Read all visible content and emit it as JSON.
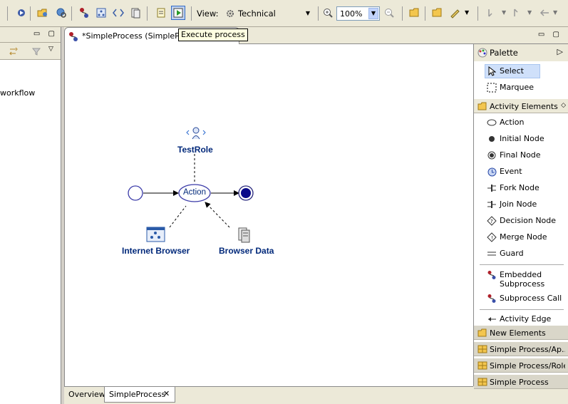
{
  "toolbar": {
    "view_label": "View:",
    "view_value": "Technical",
    "zoom_value": "100%"
  },
  "left_view": {
    "tree_text": "workflow"
  },
  "editor": {
    "tab_title": "*SimpleProcess (SimpleProce",
    "tooltip": "Execute process"
  },
  "diagram": {
    "role_label": "TestRole",
    "action_label": "Action",
    "browser_label": "Internet Browser",
    "data_label": "Browser Data"
  },
  "palette": {
    "title": "Palette",
    "tools": [
      {
        "label": "Select",
        "icon": "arrow-cursor-icon"
      },
      {
        "label": "Marquee",
        "icon": "marquee-icon"
      }
    ],
    "activity_drawer": "Activity Elements",
    "elements": [
      {
        "label": "Action",
        "icon": "action-oval-icon"
      },
      {
        "label": "Initial Node",
        "icon": "initial-node-icon"
      },
      {
        "label": "Final Node",
        "icon": "final-node-icon"
      },
      {
        "label": "Event",
        "icon": "event-clock-icon"
      },
      {
        "label": "Fork Node",
        "icon": "fork-node-icon"
      },
      {
        "label": "Join Node",
        "icon": "join-node-icon"
      },
      {
        "label": "Decision Node",
        "icon": "decision-node-icon"
      },
      {
        "label": "Merge Node",
        "icon": "merge-node-icon"
      },
      {
        "label": "Guard",
        "icon": "guard-icon"
      }
    ],
    "embedded_line1": "Embedded",
    "embedded_line2": "Subprocess",
    "subprocess_call": "Subprocess Call",
    "activity_edge": "Activity Edge",
    "drawers": [
      {
        "label": "New Elements"
      },
      {
        "label": "Simple Process/Ap..."
      },
      {
        "label": "Simple Process/Roles"
      },
      {
        "label": "Simple Process"
      }
    ]
  },
  "bottom_tabs": {
    "overview": "Overview",
    "simple_process": "SimpleProcess"
  }
}
